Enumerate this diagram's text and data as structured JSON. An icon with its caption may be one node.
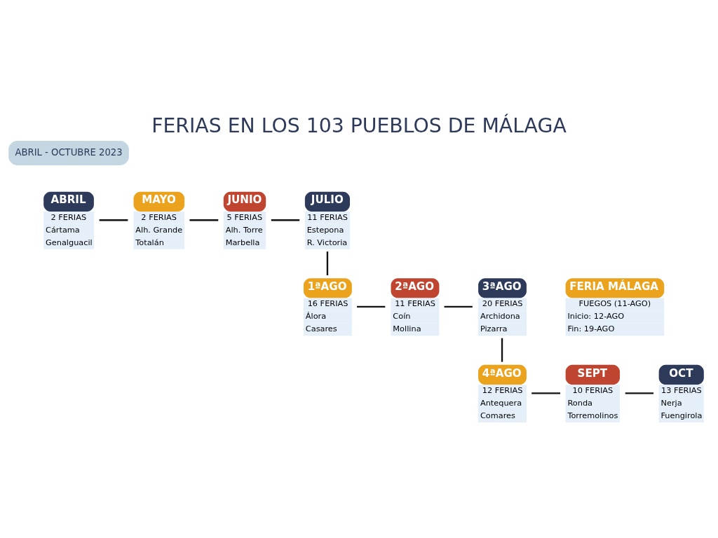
{
  "diagram": {
    "title": "FERIAS EN LOS 103 PUEBLOS DE MÁLAGA",
    "nodes": [
      {
        "text": [
          "ABRIL",
          "2 FERIAS",
          "Cártama",
          "Genalguacil"
        ]
      },
      {
        "text": [
          "MAYO",
          "2 FERIAS",
          "Alh. Grande",
          "Totalán"
        ]
      },
      {
        "text": [
          "JUNIO",
          "5 FERIAS",
          "Alh. Torre",
          "Marbella"
        ]
      },
      {
        "text": [
          "JULIO",
          "11 FERIAS",
          "Estepona",
          "R. Victoria"
        ]
      },
      {
        "text": [
          "3ªAGO",
          "20 FERIAS",
          "Archidona",
          "Pizarra"
        ]
      },
      {
        "text": [
          "2ªAGO",
          "11 FERIAS",
          "Coín",
          "Mollina"
        ]
      },
      {
        "text": [
          "1ªAGO",
          "16 FERIAS",
          "Álora",
          "Casares"
        ]
      },
      {
        "text": [
          "4ªAGO",
          "12 FERIAS",
          "Antequera",
          "Comares"
        ]
      },
      {
        "text": [
          "SEPT",
          "10 FERIAS",
          "Ronda",
          "Torremolinos"
        ]
      },
      {
        "text": [
          "OCT",
          "13 FERIAS",
          "Nerja",
          "Fuengirola"
        ]
      },
      {
        "text": [
          "FERIA MÁLAGA",
          "FUEGOS (11-AGO)",
          "Inicio: 12-AGO",
          "Fin: 19-AGO"
        ]
      }
    ],
    "edges": [
      {
        "from": 0,
        "to": 1,
        "arrow": "none"
      },
      {
        "from": 1,
        "to": 2,
        "arrow": "none"
      },
      {
        "from": 2,
        "to": 3,
        "arrow": "none"
      },
      {
        "from": 3,
        "to": 6,
        "arrow": "none"
      },
      {
        "from": 6,
        "to": 5,
        "arrow": "none"
      },
      {
        "from": 5,
        "to": 4,
        "arrow": "none"
      },
      {
        "from": 4,
        "to": 7,
        "arrow": "none"
      },
      {
        "from": 7,
        "to": 8,
        "arrow": "none"
      },
      {
        "from": 8,
        "to": 9,
        "arrow": "none"
      }
    ],
    "labels": [
      "ABRIL - OCTUBRE 2023"
    ]
  }
}
